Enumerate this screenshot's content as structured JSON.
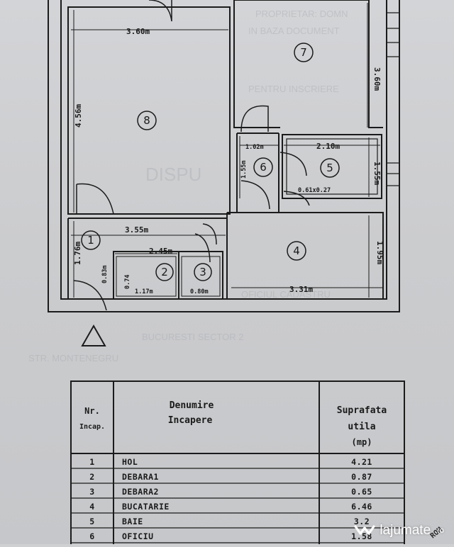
{
  "plan": {
    "rooms": [
      {
        "no": "1"
      },
      {
        "no": "2"
      },
      {
        "no": "3"
      },
      {
        "no": "4"
      },
      {
        "no": "5"
      },
      {
        "no": "6"
      },
      {
        "no": "7"
      },
      {
        "no": "8"
      }
    ],
    "dims": {
      "room8_width": "3.60m",
      "room8_height": "4.56m",
      "room7_height": "3.60m",
      "room6_width": "1.02m",
      "room6_height": "1.55m",
      "room5_width": "2.10m",
      "room5_height": "1.55m",
      "room5_window": "0.61x0.27",
      "hol_width": "3.55m",
      "hol_height": "1.76m",
      "hol_small": "0.83m",
      "debara_width": "2.45m",
      "debara_height": "0.74",
      "debara1_small": "1.17m",
      "debara2_small": "0.80m",
      "room4_height": "1.95m",
      "room4_width": "3.31m"
    },
    "ghost_text": "DISPU"
  },
  "table": {
    "headers": {
      "nr": "Nr.",
      "incap": "Incap.",
      "denumire_1": "Denumire",
      "denumire_2": "Incapere",
      "suprafata_1": "Suprafata",
      "suprafata_2": "utila",
      "suprafata_3": "(mp)"
    },
    "rows": [
      {
        "nr": "1",
        "name": "HOL",
        "area": "4.21"
      },
      {
        "nr": "2",
        "name": "DEBARA1",
        "area": "0.87"
      },
      {
        "nr": "3",
        "name": "DEBARA2",
        "area": "0.65"
      },
      {
        "nr": "4",
        "name": "BUCATARIE",
        "area": "6.46"
      },
      {
        "nr": "5",
        "name": "BAIE",
        "area": "3.2"
      },
      {
        "nr": "6",
        "name": "OFICIU",
        "area": "1.58"
      }
    ]
  },
  "watermark": {
    "brand": "lajumate",
    "suffix": ".ro",
    "corner": "ROM"
  }
}
